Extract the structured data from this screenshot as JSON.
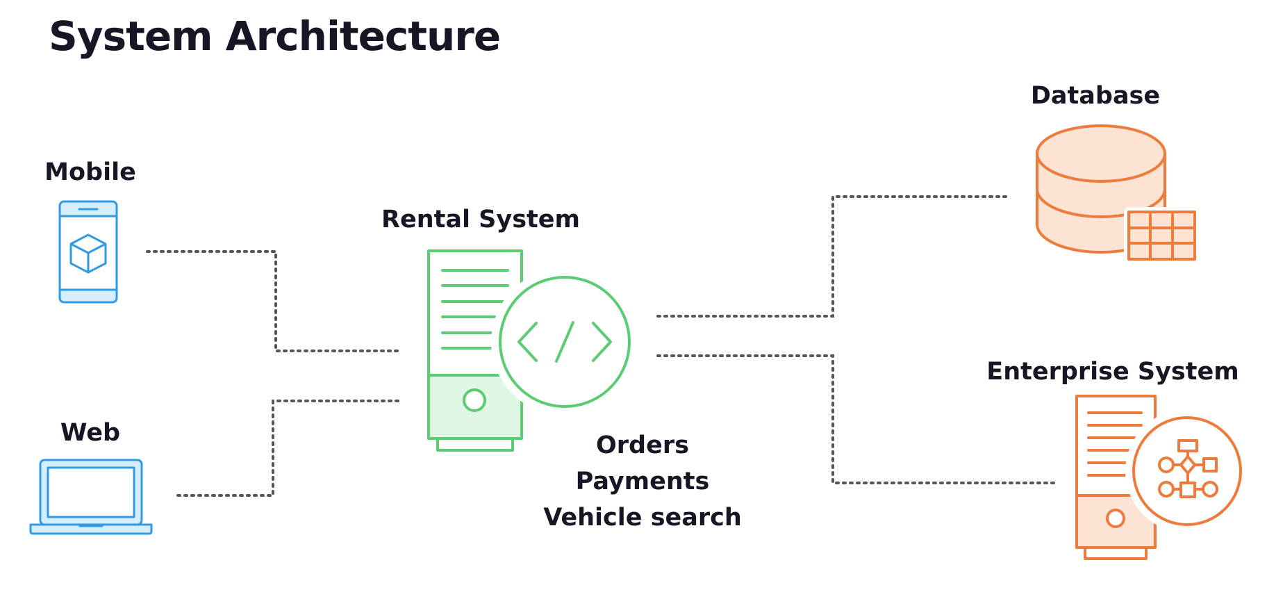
{
  "title": "System Architecture",
  "nodes": {
    "mobile": "Mobile",
    "web": "Web",
    "rental_system": "Rental System",
    "database": "Database",
    "enterprise_system": "Enterprise System"
  },
  "rental_features": [
    "Orders",
    "Payments",
    "Vehicle search"
  ],
  "colors": {
    "client_blue": "#2f9be4",
    "client_blue_fill": "#d6edfb",
    "service_green": "#5ccc74",
    "service_green_fill": "#e0f7e5",
    "backend_orange": "#ed7b3c",
    "backend_orange_fill": "#fde3d3",
    "connector": "#555555"
  },
  "icons": {
    "mobile": "smartphone-cube-icon",
    "web": "laptop-icon",
    "rental_system": "server-code-icon",
    "database": "database-table-icon",
    "enterprise_system": "server-flowchart-icon"
  }
}
